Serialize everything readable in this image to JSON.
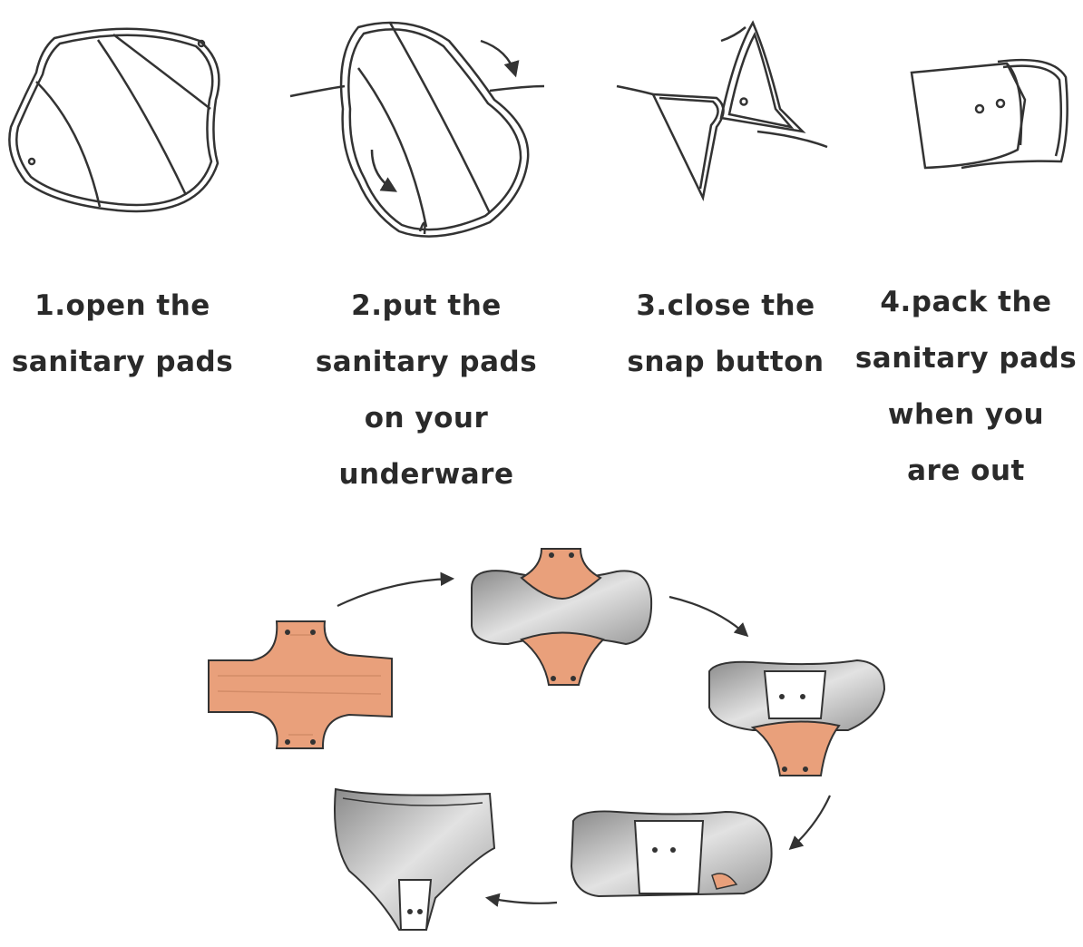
{
  "steps": [
    {
      "line1": "1.open the",
      "line2": "sanitary pads"
    },
    {
      "line1": "2.put the",
      "line2": "sanitary pads",
      "line3": "on your",
      "line4": "underware"
    },
    {
      "line1": "3.close the",
      "line2": "snap button"
    },
    {
      "line1": "4.pack the",
      "line2": "sanitary pads",
      "line3": "when you",
      "line4": "are out"
    }
  ],
  "colors": {
    "line": "#333333",
    "pad": "#e9a07b",
    "fabric": "#c8c8c8",
    "arrow": "#333333"
  },
  "icons": [
    "open-pad-icon",
    "pad-on-underwear-icon",
    "snap-close-icon",
    "packed-pad-icon",
    "pad-flat-icon",
    "pad-wrapped-icon",
    "pad-half-folded-icon",
    "pad-folded-icon",
    "underwear-fitted-icon"
  ]
}
